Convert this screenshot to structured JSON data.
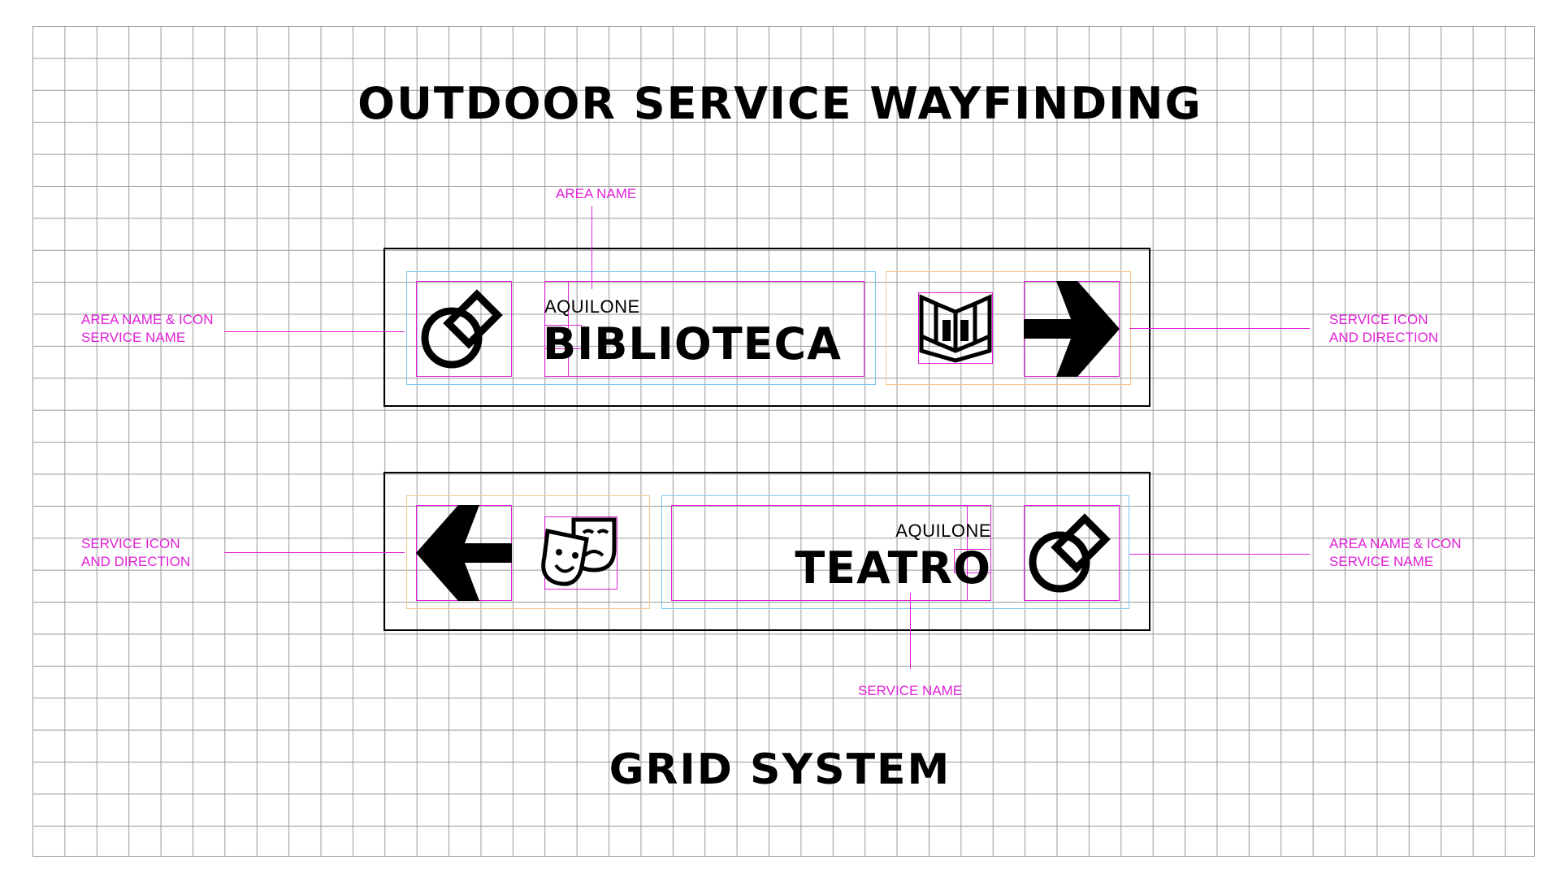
{
  "title": "OUTDOOR SERVICE WAYFINDING",
  "subtitle": "GRID SYSTEM",
  "signs": [
    {
      "area_name": "AQUILONE",
      "service_name": "BIBLIOTECA",
      "direction": "right",
      "service_icon": "book-icon",
      "area_icon": "aquilone-logo-icon"
    },
    {
      "area_name": "AQUILONE",
      "service_name": "TEATRO",
      "direction": "left",
      "service_icon": "theater-masks-icon",
      "area_icon": "aquilone-logo-icon"
    }
  ],
  "annotations": {
    "area_name": "AREA NAME",
    "service_name": "SERVICE NAME",
    "left_top": [
      "AREA NAME &  ICON",
      "SERVICE NAME"
    ],
    "right_top": [
      "SERVICE ICON",
      "AND DIRECTION"
    ],
    "left_bottom": [
      "SERVICE ICON",
      "AND DIRECTION"
    ],
    "right_bottom": [
      "AREA NAME &  ICON",
      "SERVICE NAME"
    ]
  },
  "colors": {
    "guide_magenta": "#e020d8",
    "guide_blue": "#7ec8f2",
    "guide_orange": "#f7c48c",
    "grid": "#9a9a9a",
    "ink": "#000000"
  }
}
